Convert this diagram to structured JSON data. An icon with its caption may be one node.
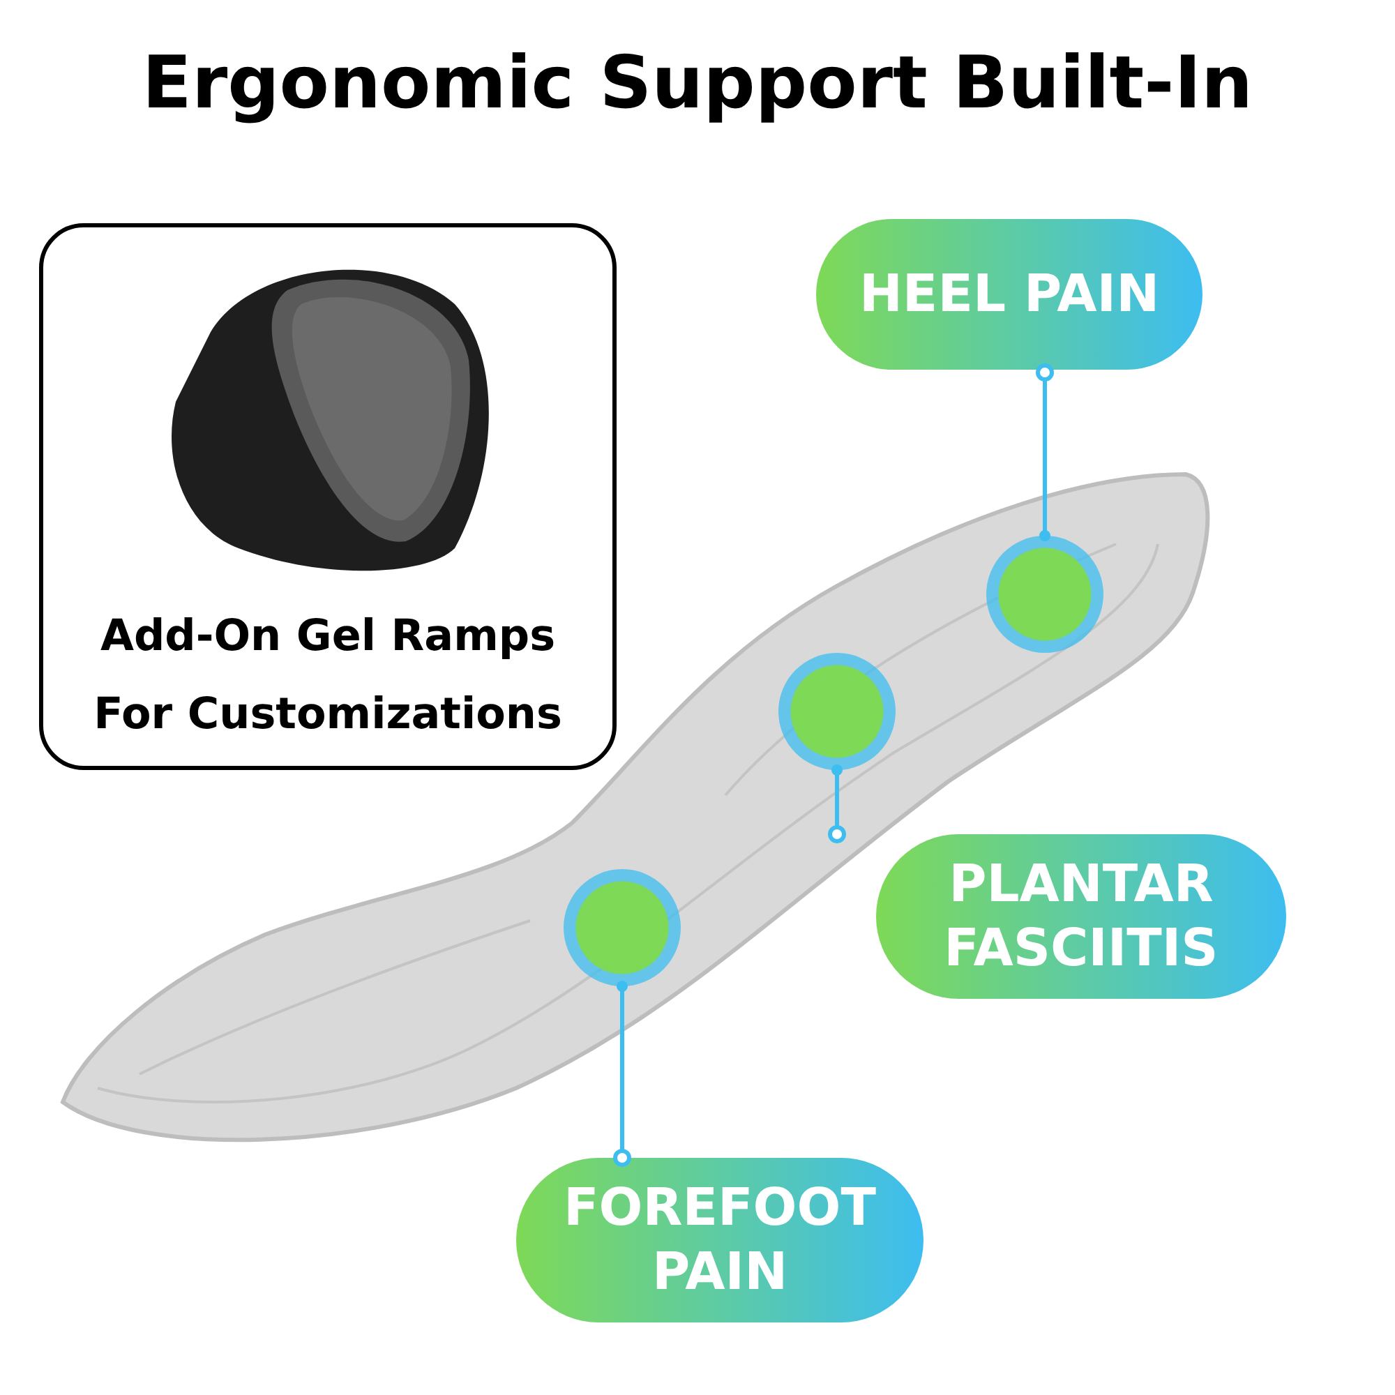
{
  "diagram": {
    "title": "Ergonomic Support Built-In",
    "nodes": [
      {
        "text": [
          "Add-On Gel Ramps For Customizations"
        ]
      },
      {
        "text": [],
        "shape": "picture",
        "in": 0
      },
      {
        "text": [],
        "shape": "picture"
      },
      {
        "text": [],
        "shape": "circle",
        "in": 2
      },
      {
        "text": [],
        "shape": "circle",
        "in": 2
      },
      {
        "text": [],
        "shape": "circle",
        "in": 2
      },
      {
        "text": [
          "HEEL PAIN"
        ]
      },
      {
        "text": [
          "PLANTAR FASCIITIS"
        ]
      },
      {
        "text": [
          "FOREFOOT PAIN"
        ]
      }
    ],
    "edges": [
      {
        "from": 6,
        "to": 3,
        "arrow": "other"
      },
      {
        "from": 7,
        "to": 4,
        "arrow": "other"
      },
      {
        "from": 8,
        "to": 5,
        "arrow": "other"
      }
    ]
  }
}
